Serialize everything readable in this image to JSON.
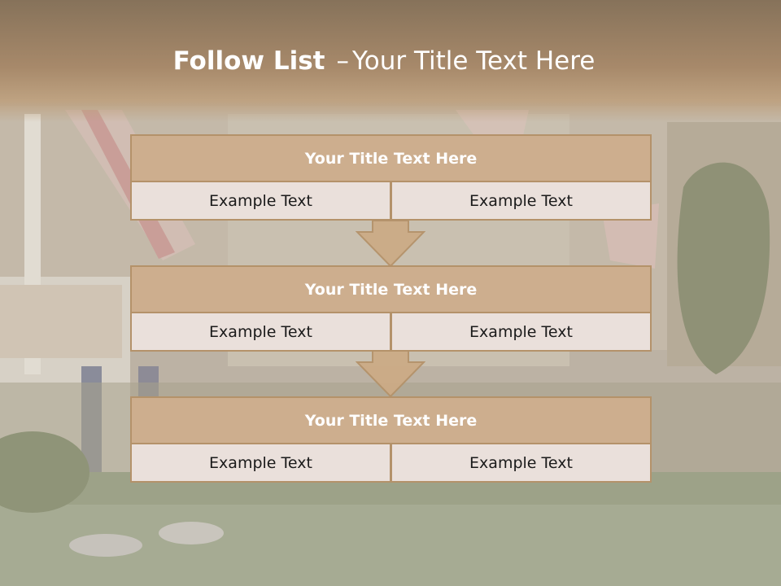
{
  "slide": {
    "title_bold": "Follow List",
    "title_dash": "–",
    "title_rest": "Your Title Text Here"
  },
  "rows": [
    {
      "heading": "Your Title Text Here",
      "left": "Example Text",
      "right": "Example Text"
    },
    {
      "heading": "Your Title Text Here",
      "left": "Example Text",
      "right": "Example Text"
    },
    {
      "heading": "Your Title Text Here",
      "left": "Example Text",
      "right": "Example Text"
    }
  ],
  "icons": [
    "down-arrow-icon",
    "down-arrow-icon"
  ],
  "colors": {
    "title_band": "#a7896a",
    "header_fill": "#cdae8e",
    "cell_fill": "#eae0db",
    "border": "#b4926a",
    "arrow_fill": "#ccab86"
  }
}
